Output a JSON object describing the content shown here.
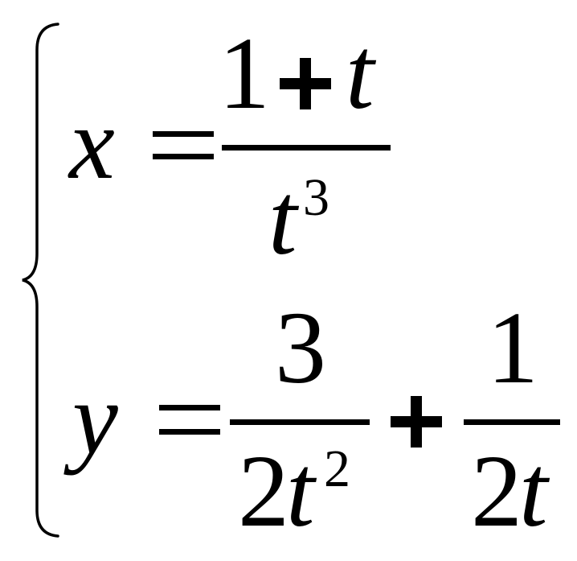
{
  "equations": {
    "x": {
      "lhs": "x",
      "numerator": {
        "one": "1",
        "var": "t"
      },
      "denominator": {
        "base": "t",
        "exponent": "3"
      }
    },
    "y": {
      "lhs": "y",
      "first_fraction": {
        "numerator": "3",
        "denominator": {
          "coef": "2",
          "base": "t",
          "exponent": "2"
        }
      },
      "second_fraction": {
        "numerator": "1",
        "denominator": {
          "coef": "2",
          "base": "t"
        }
      }
    }
  }
}
